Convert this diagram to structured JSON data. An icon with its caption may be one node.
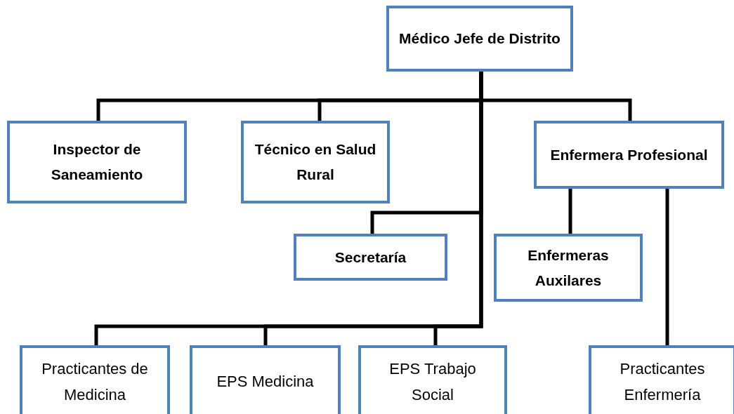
{
  "diagram": {
    "nodes": [
      {
        "text": [
          "Médico Jefe de Distrito"
        ]
      },
      {
        "text": [
          "Inspector de Saneamiento"
        ]
      },
      {
        "text": [
          "Técnico en Salud Rural"
        ]
      },
      {
        "text": [
          "Enfermera Profesional"
        ]
      },
      {
        "text": [
          "Secretaría"
        ]
      },
      {
        "text": [
          "Enfermeras Auxilares"
        ]
      },
      {
        "text": [
          "Practicantes de Medicina"
        ]
      },
      {
        "text": [
          "EPS Medicina"
        ]
      },
      {
        "text": [
          "EPS Trabajo Social"
        ]
      },
      {
        "text": [
          "Practicantes Enfermería"
        ]
      }
    ],
    "edges": [
      {
        "from": 0,
        "to": 1,
        "arrow": "none"
      },
      {
        "from": 0,
        "to": 2,
        "arrow": "none"
      },
      {
        "from": 0,
        "to": 3,
        "arrow": "none"
      },
      {
        "from": 0,
        "to": 4,
        "arrow": "none"
      },
      {
        "from": 0,
        "to": 6,
        "arrow": "none"
      },
      {
        "from": 0,
        "to": 7,
        "arrow": "none"
      },
      {
        "from": 0,
        "to": 8,
        "arrow": "none"
      },
      {
        "from": 3,
        "to": 5,
        "arrow": "none"
      },
      {
        "from": 3,
        "to": 9,
        "arrow": "none"
      }
    ]
  }
}
